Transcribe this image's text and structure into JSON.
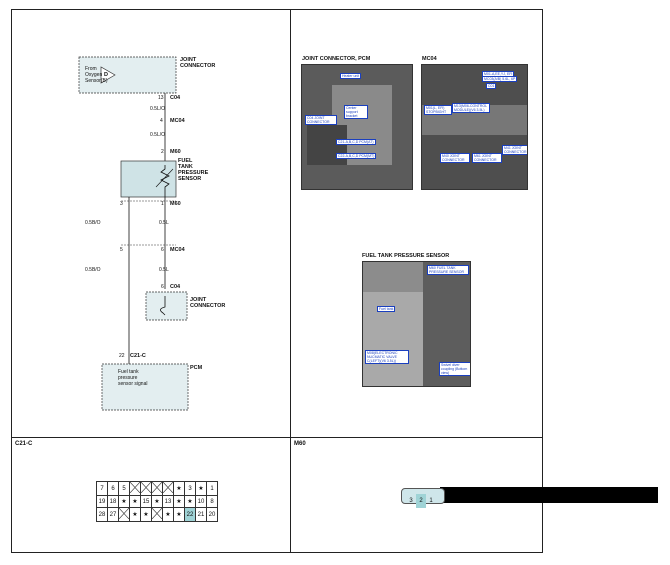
{
  "wiring": {
    "joint_connector_top_label": [
      "JOINT",
      "CONNECTOR"
    ],
    "from_oxygen_sensor": [
      "From",
      "Oxygen",
      "Sensor(B)"
    ],
    "d_label": "D",
    "c04_pin": "13",
    "c04_label": "C04",
    "wire_top_1": "0.5L/O",
    "mc04_pin": "4",
    "mc04_label": "MC04",
    "wire_top_2": "0.5L/O",
    "m60_pin_top": "2",
    "m60_label_top": "M60",
    "sensor_label": [
      "FUEL",
      "TANK",
      "PRESSURE",
      "SENSOR"
    ],
    "m60_pin3": "3",
    "m60_pin1": "1",
    "m60_label_mid": "M60",
    "wire_left_1": "0.5B/O",
    "wire_right_1": "0.5L",
    "mc04_pin5": "5",
    "mc04_pin6": "6",
    "mc04_label_mid": "MC04",
    "wire_left_2": "0.5B/O",
    "wire_right_2": "0.5L",
    "c04_pin6": "6",
    "c04_label_bottom": "C04",
    "joint_connector_bottom_label": [
      "JOINT",
      "CONNECTOR"
    ],
    "pcm_pin": "22",
    "pcm_conn": "C21-C",
    "pcm_label": "PCM",
    "pcm_signal": [
      "Fuel tank",
      "pressure",
      "sensor signal"
    ]
  },
  "photos": {
    "joint_pcm_title": "JOINT CONNECTOR, PCM",
    "mc04_title": "MC04",
    "fuel_sensor_title": "FUEL TANK PRESSURE SENSOR",
    "callouts_pcm": [
      "Heater unit",
      "Center support bracket",
      "C04 JOINT CONNECTOR",
      "C21-A,B,C,D PCM(AT)",
      "C22-A,B,C,D PCM(MT)"
    ],
    "callouts_mc04": [
      "M01-A,EE,YJ, EFI",
      "MC03(A/B) 5.6L, 6P",
      "C01",
      "M01(L, EFI) STOPBIGHT",
      "M13(M06-CONTROL MODULE)(V6 3.5L)",
      "M40 JOINT CONNECTOR",
      "M61 JOINT CONNECTOR",
      "M41 JOINT CONNECTOR"
    ],
    "callouts_fuel": [
      "M60 FUEL TANK PRESSURE SENSOR",
      "Fuel tank",
      "M08(ELECTRONIC NUCMATIC VALVE C(LEFT)(V6 3.5L))",
      "Swivel diver coupling (Bottom view)"
    ]
  },
  "connectors": {
    "c21c_title": "C21-C",
    "m60_title": "M60",
    "c21c_rows": [
      [
        "7",
        "6",
        "5",
        "",
        "",
        "",
        "",
        "★",
        "3",
        "★",
        "1"
      ],
      [
        "19",
        "18",
        "★",
        "★",
        "15",
        "★",
        "13",
        "★",
        "★",
        "10",
        "8"
      ],
      [
        "28",
        "27",
        "",
        "★",
        "★",
        "",
        "★",
        "★",
        "22",
        "21",
        "20"
      ]
    ],
    "m60_pins": [
      "3",
      "2",
      "1"
    ]
  }
}
